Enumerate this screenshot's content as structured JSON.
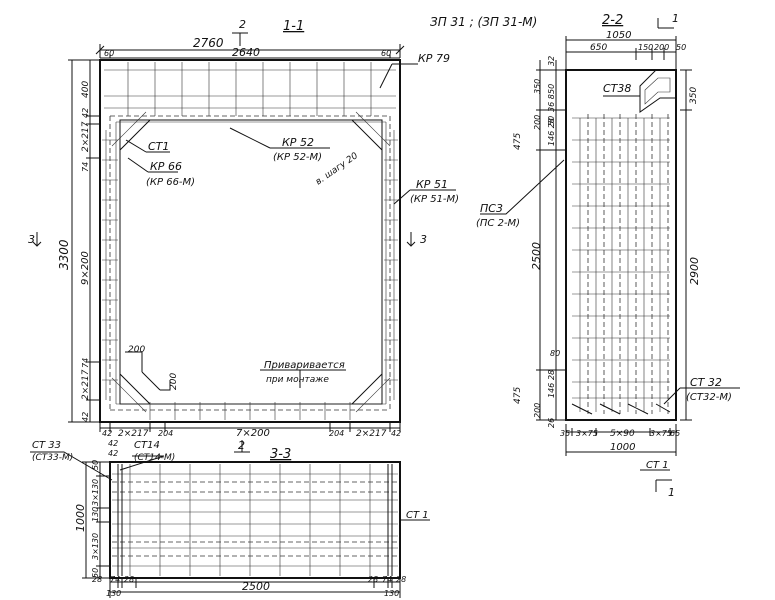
{
  "header": {
    "sheet_code": "ЗП 31 ; (ЗП 31-М)"
  },
  "sections": {
    "s11": {
      "title": "1-1",
      "mark": "2",
      "mark_bottom": "2",
      "mark_left": "3",
      "mark_right": "3"
    },
    "s22": {
      "title": "2-2",
      "mark": "1",
      "mark_bottom": "1"
    },
    "s33": {
      "title": "3-3"
    }
  },
  "dims_s11": {
    "top_total": "2760",
    "top_inner": "2640",
    "top_left": "60",
    "top_right": "60",
    "bottom": [
      "42",
      "2×217",
      "204",
      "7×200",
      "204",
      "2×217",
      "42"
    ],
    "left_total": "3300",
    "left_400": "400",
    "left_42": "42",
    "left_74a": "74",
    "left_2x217a": "2×217",
    "left_9x200": "9×200",
    "left_74b": "74",
    "left_2x217b": "2×217",
    "left_42b": "42",
    "detail_200a": "200",
    "detail_200b": "200"
  },
  "labels_s11": {
    "kp79": "КР 79",
    "kp52": "КР 52",
    "kp52m": "(КР 52-М)",
    "ct1": "СТ1",
    "kp66": "КР 66",
    "kp66m": "(КР 66-М)",
    "kp51": "КР 51",
    "kp51m": "(КР 51-М)",
    "step": "в. шагу 20",
    "weld1": "Приваривается",
    "weld2": "при монтаже"
  },
  "dims_s22": {
    "top_total": "1050",
    "top_650": "650",
    "top_150": "150",
    "top_200": "200",
    "top_50": "50",
    "right_350": "350",
    "right_2900": "2900",
    "left_32": "32",
    "left_350": "350",
    "left_50": "50",
    "left_36": "36 8",
    "left_200": "200",
    "left_50b": "50",
    "left_146": "146 28",
    "left_28": "28",
    "left_475": "475",
    "left_2500": "2500",
    "left_80": "80",
    "left_475b": "475",
    "left_200b": "200",
    "left_146b": "146",
    "left_28b": "28",
    "left_26": "26",
    "bottom": [
      "35",
      "3×75",
      "5×90",
      "3×75",
      "65"
    ],
    "bottom_total": "1000"
  },
  "labels_s22": {
    "ct38": "СТ38",
    "pc3": "ПС3",
    "pc2m": "(ПС 2-М)",
    "ct32": "СТ 32",
    "ct32m": "(СТ32-М)",
    "ct1": "СТ 1"
  },
  "dims_s33": {
    "left_total": "1000",
    "left_50a": "50",
    "left_3x130a": "3×130",
    "left_130": "130",
    "left_3x130b": "3×130",
    "left_50b": "50",
    "bottom_28a": "28",
    "bottom_74a": "74",
    "bottom_28b": "28",
    "bottom_28c": "28",
    "bottom_74b": "74",
    "bottom_28d": "28",
    "bottom_130a": "130",
    "bottom_130b": "130",
    "bottom_total": "2500"
  },
  "labels_s33": {
    "ct33": "СТ 33",
    "ct33m": "(СТ33-М)",
    "ct14": "СТ14",
    "ct14m": "(СТ14-М)",
    "d42a": "42",
    "d42b": "42",
    "ct1": "СТ 1"
  }
}
